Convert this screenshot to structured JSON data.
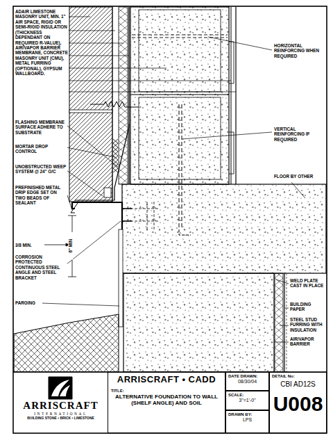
{
  "diagram": {
    "nodes": [
      {
        "text": [
          "ARRISCRAFT",
          "INTERNATIONAL",
          "BUILDING STONE • BRICK • LIMESTONE"
        ]
      },
      {
        "text": [
          "ARRISCRAFT • CADD",
          "TITLE:",
          "ALTERNATIVE FOUNDATION TO WALL (SHELF ANGLE) AND SOIL"
        ]
      },
      {
        "text": [
          "DATE DRAWN:",
          "08/30/04"
        ]
      },
      {
        "text": [
          "SCALE:",
          "3\"=1'-0\""
        ]
      },
      {
        "text": [
          "DRAWN BY:",
          "LPS"
        ]
      },
      {
        "text": [
          "DETAIL No:",
          "CBI AD12S",
          "U008"
        ]
      }
    ],
    "labels": [
      "ADAIR LIMESTONE MASONRY UNIT, MIN. 1\" AIR SPACE, RIGID OR SEMI-RIGID INSULATION (THICKNESS DEPENDANT ON REQUIRED R-VALUE), AIR/VAPOR BARRIER MEMBRANE, CONCRETE MASONRY UNIT (CMU), METAL FURRING (OPTIONAL), GYPSUM WALLBOARD.",
      "FLASHING MEMBRANE SURFACE ADHERE TO SUBSTRATE",
      "MORTAR DROP CONTROL",
      "UNOBSTRUCTED WEEP SYSTEM @ 24\" O/C",
      "PREFINISHED METAL DRIP EDGE SET ON TWO BEADS OF SEALANT",
      "3/8 MIN.",
      "CORROSION PROTECTED CONTINUOUS STEEL ANGLE AND STEEL BRACKET",
      "6\" MIN",
      "PARGING",
      "HORIZONTAL REINFORCING WHEN REQUIRED",
      "VERTICAL REINFORCING IF REQUIRED",
      "FLOOR BY OTHER",
      "WELD PLATE CAST IN PLACE",
      "BUILDING PAPER",
      "STEEL STUD FURRING WITH INSULATION",
      "AIR/VAPOR BARRIER"
    ]
  }
}
